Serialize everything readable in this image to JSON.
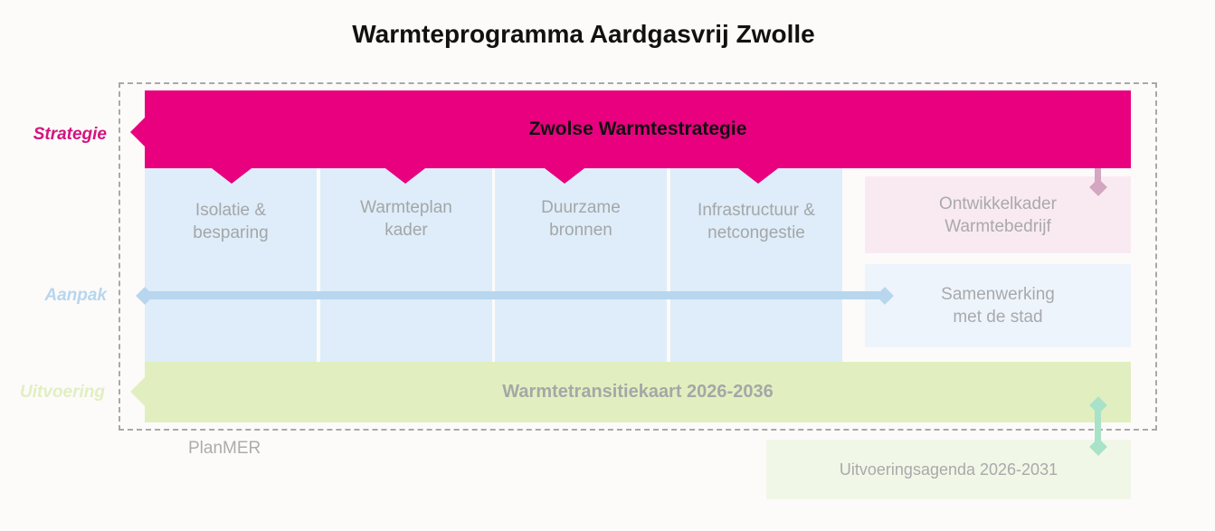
{
  "title": "Warmteprogramma Aardgasvrij Zwolle",
  "row_labels": {
    "strategie": {
      "label": "Strategie",
      "color": "#d5137f"
    },
    "aanpak": {
      "label": "Aanpak",
      "color": "#b8d6ee"
    },
    "uitvoering": {
      "label": "Uitvoering",
      "color": "#e1efc0"
    }
  },
  "strategy_bar": {
    "label": "Zwolse Warmtestrategie",
    "color": "#e8007f"
  },
  "columns": [
    {
      "line1": "Isolatie &",
      "line2": "besparing"
    },
    {
      "line1": "Warmteplan",
      "line2": "kader"
    },
    {
      "line1": "Duurzame",
      "line2": "bronnen"
    },
    {
      "line1": "Infrastructuur &",
      "line2": "netcongestie"
    }
  ],
  "side_boxes": {
    "ontwikkelkader": {
      "line1": "Ontwikkelkader",
      "line2": "Warmtebedrijf",
      "color": "#f9eaf2"
    },
    "samenwerking": {
      "line1": "Samenwerking",
      "line2": "met de stad",
      "color": "#edf4fc"
    }
  },
  "uitvoering_bar": {
    "label": "Warmtetransitiekaart 2026-2036",
    "color": "#e1efc0"
  },
  "planmer_label": "PlanMER",
  "agenda_box": {
    "label": "Uitvoeringsagenda 2026-2031",
    "color": "#f1f7e6"
  }
}
